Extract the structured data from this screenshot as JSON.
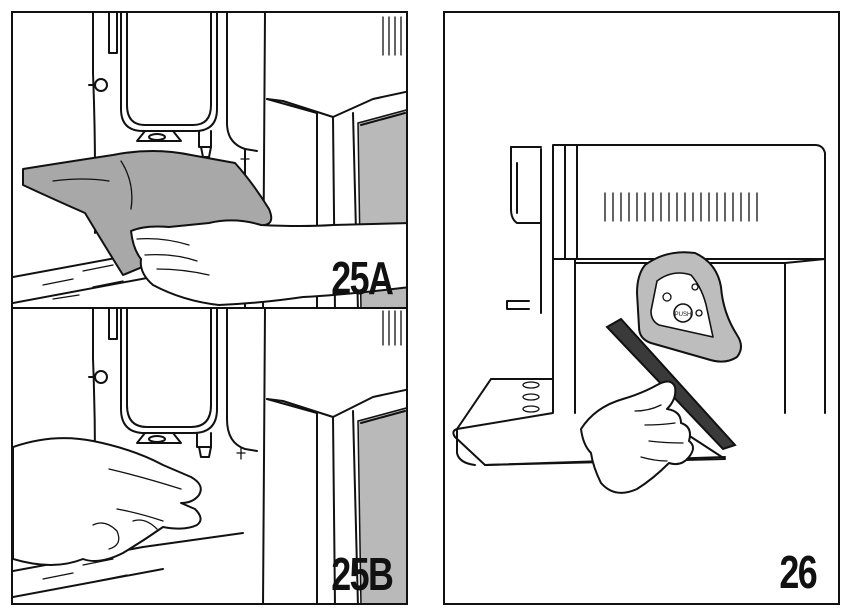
{
  "figures": [
    {
      "id": "25A",
      "label": "25A"
    },
    {
      "id": "25B",
      "label": "25B"
    },
    {
      "id": "26",
      "label": "26"
    }
  ],
  "drip_tray_button_text": "PUSH",
  "colors": {
    "line": "#111111",
    "cloth": "#a8a8a8",
    "panel_gray": "#b9b9b9",
    "drip_tray_dark": "#3a3a3a"
  }
}
